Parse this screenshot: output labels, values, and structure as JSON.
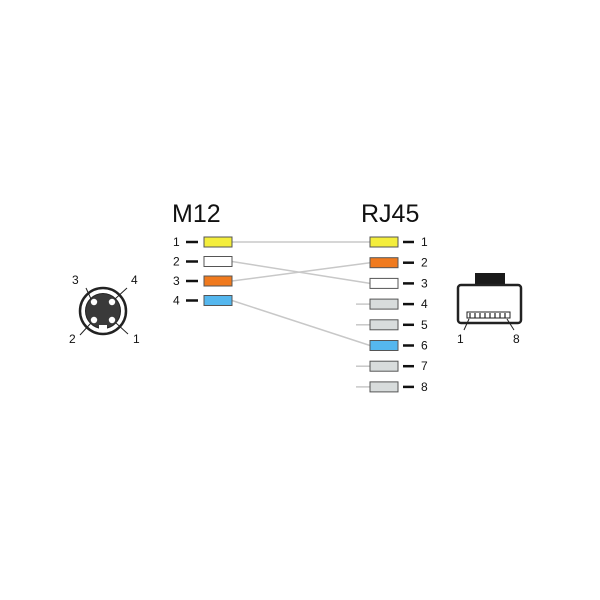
{
  "m12": {
    "title": "M12",
    "pins": [
      {
        "label": "1",
        "color": "#f4ee3c",
        "active": true
      },
      {
        "label": "2",
        "color": "#ffffff",
        "active": true
      },
      {
        "label": "3",
        "color": "#f07a1e",
        "active": true
      },
      {
        "label": "4",
        "color": "#55b7ee",
        "active": true
      }
    ],
    "face_labels": [
      "3",
      "4",
      "2",
      "1"
    ]
  },
  "rj45": {
    "title": "RJ45",
    "pins": [
      {
        "label": "1",
        "color": "#f4ee3c",
        "active": true
      },
      {
        "label": "2",
        "color": "#f07a1e",
        "active": true
      },
      {
        "label": "3",
        "color": "#ffffff",
        "active": true
      },
      {
        "label": "4",
        "color": "#d8dcdc",
        "active": false
      },
      {
        "label": "5",
        "color": "#d8dcdc",
        "active": false
      },
      {
        "label": "6",
        "color": "#55b7ee",
        "active": true
      },
      {
        "label": "7",
        "color": "#d8dcdc",
        "active": false
      },
      {
        "label": "8",
        "color": "#d8dcdc",
        "active": false
      }
    ],
    "plug_labels": [
      "1",
      "8"
    ]
  },
  "wiring": [
    {
      "from": "1",
      "to": "1"
    },
    {
      "from": "2",
      "to": "3"
    },
    {
      "from": "3",
      "to": "2"
    },
    {
      "from": "4",
      "to": "6"
    }
  ],
  "colors": {
    "wire": "#c8c8c8",
    "pin_border": "#555555",
    "text": "#111111"
  }
}
